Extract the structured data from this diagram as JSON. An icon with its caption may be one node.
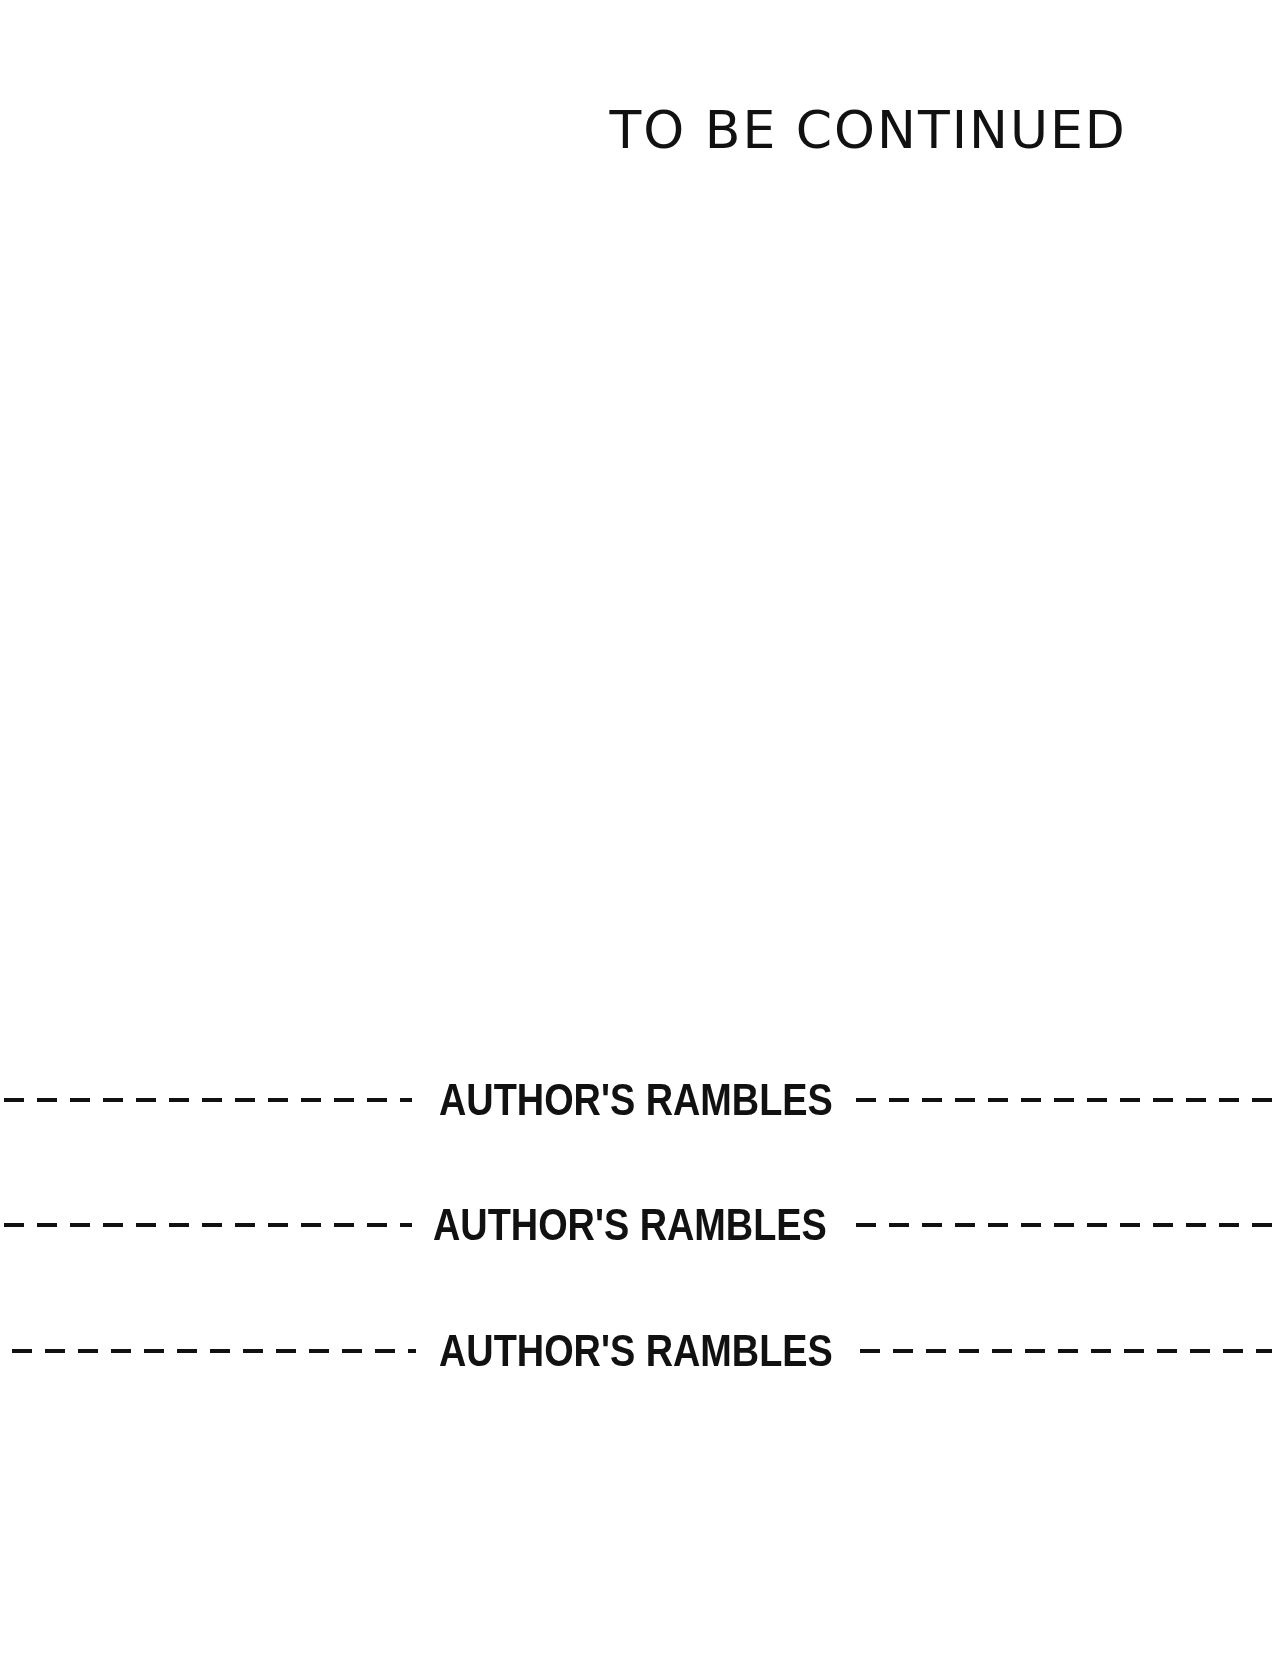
{
  "diagram": {
    "labels": [
      "TO BE CONTINUED",
      "AUTHOR'S RAMBLES",
      "AUTHOR'S RAMBLES",
      "AUTHOR'S RAMBLES"
    ]
  }
}
